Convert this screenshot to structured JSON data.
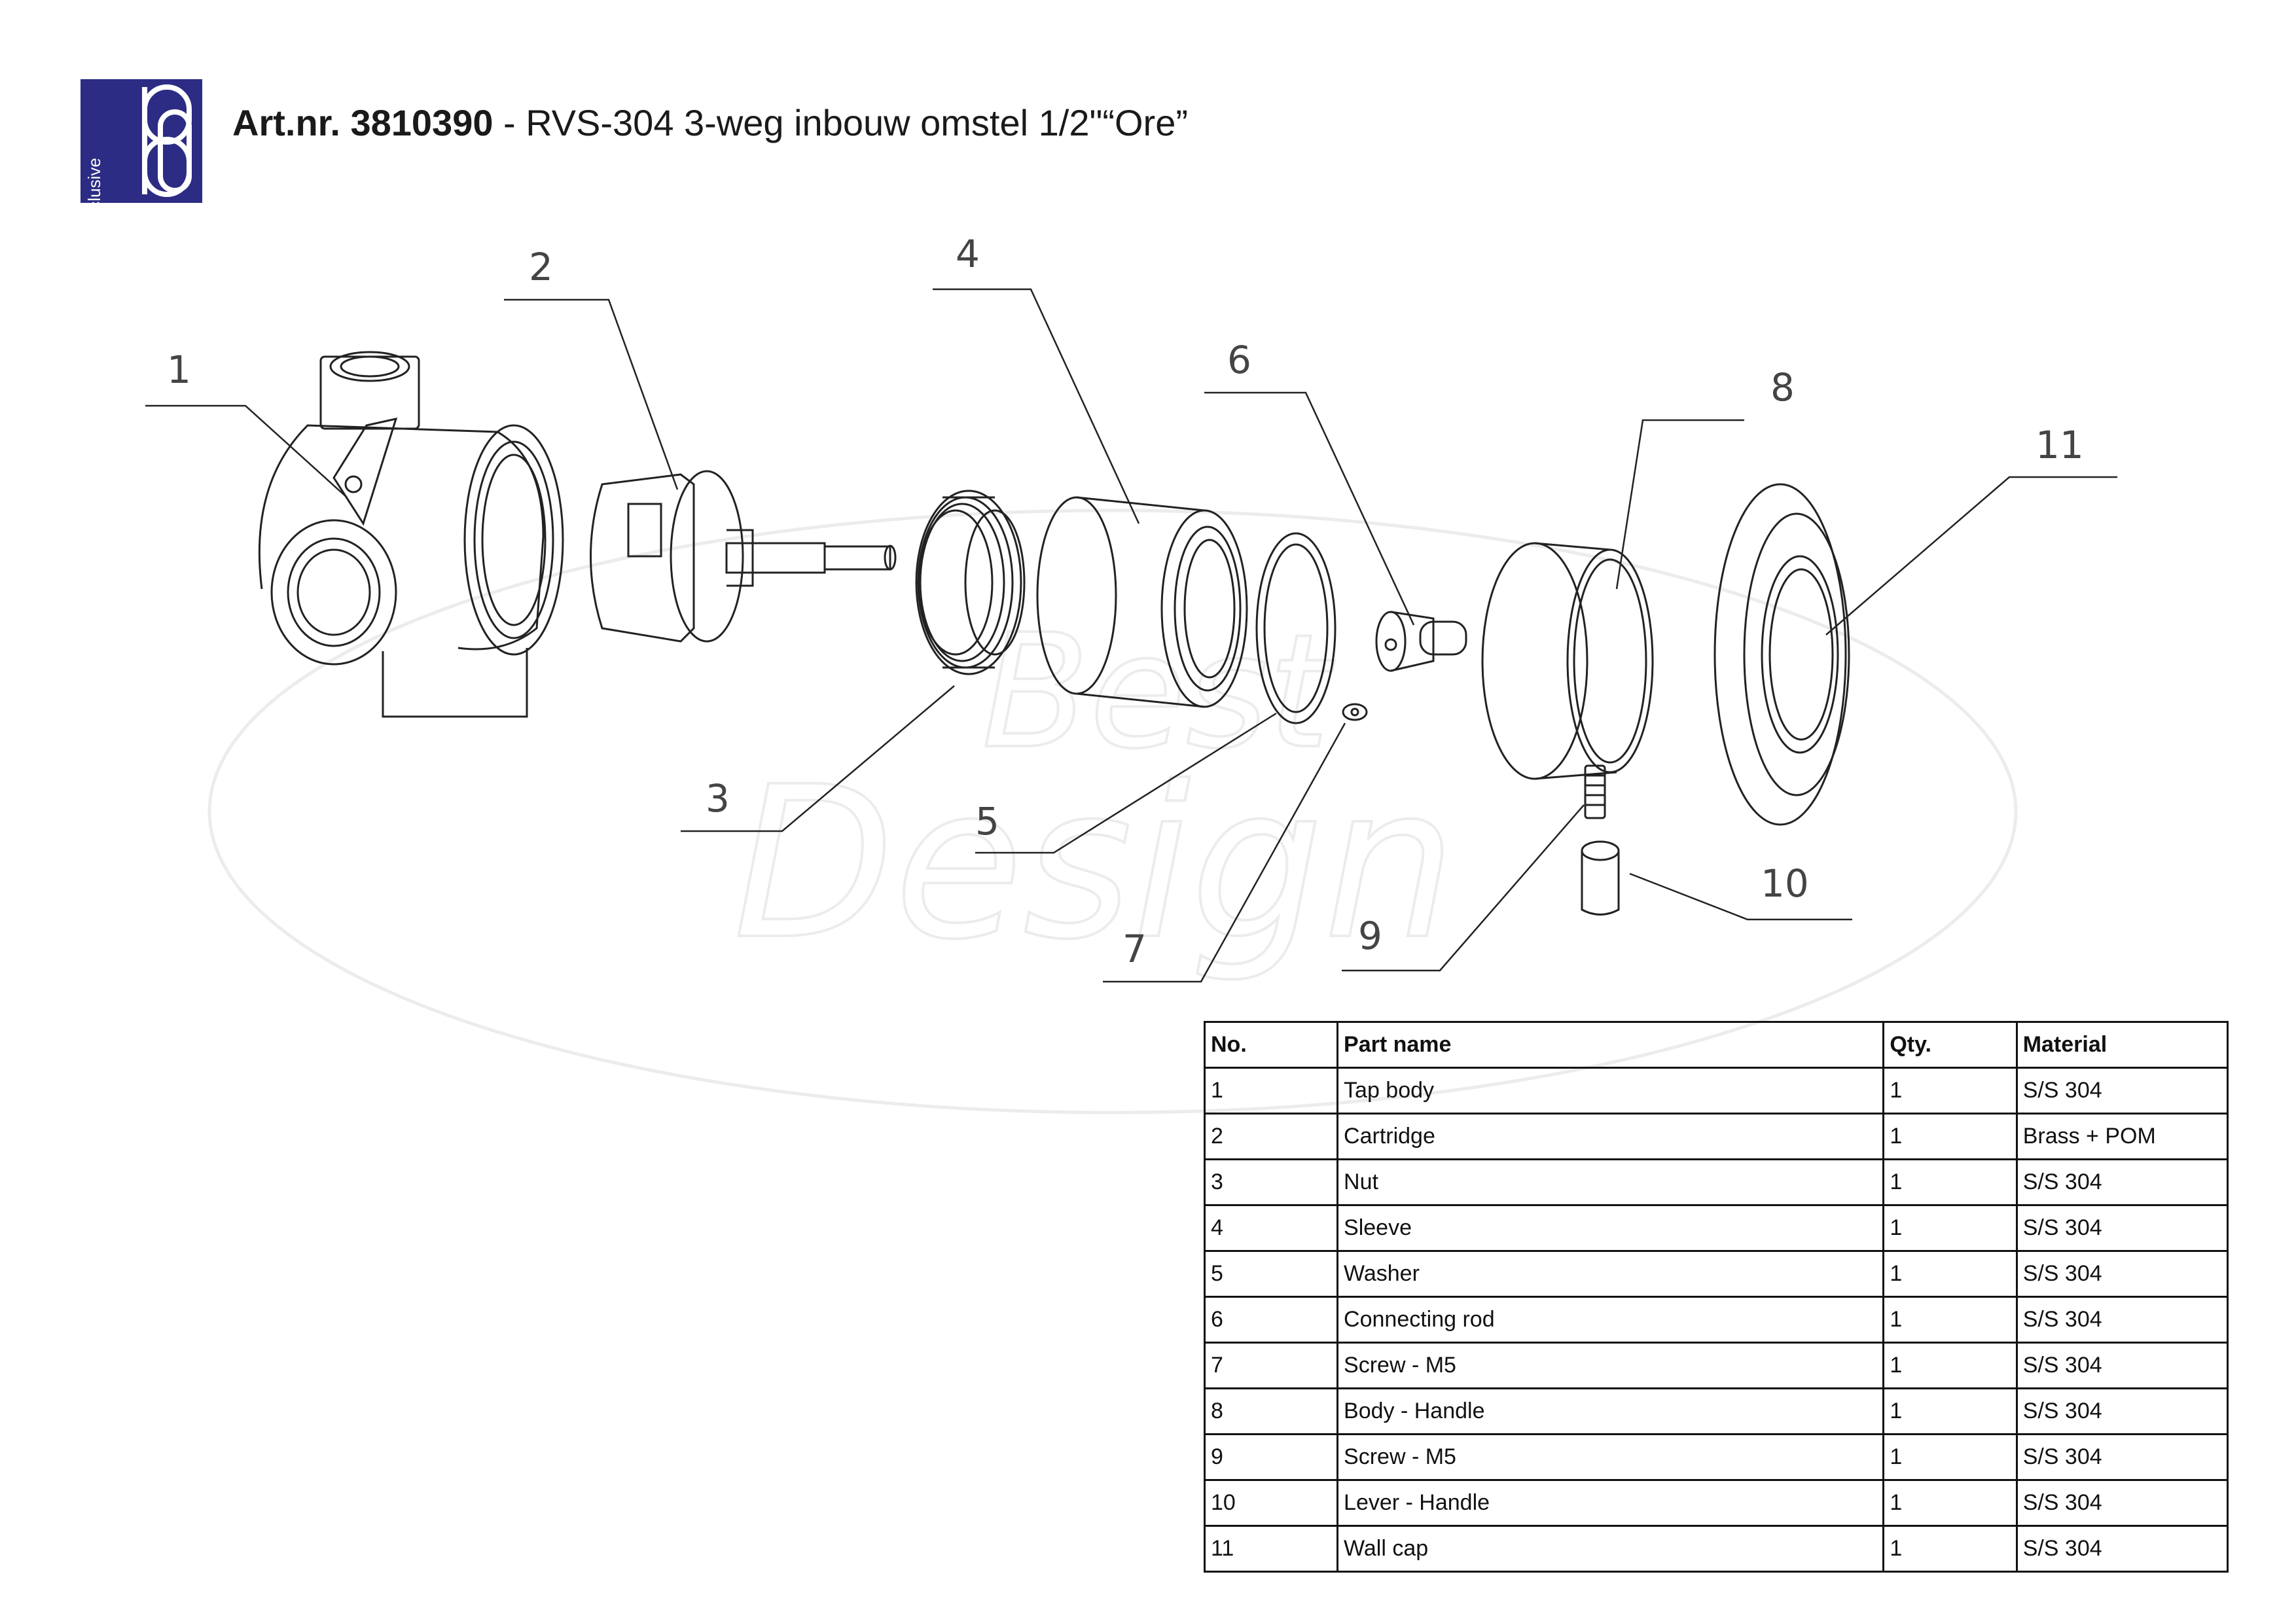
{
  "logo": {
    "brand_text": "Exclusive",
    "mark": "bd"
  },
  "header": {
    "article_label": "Art.nr. 3810390",
    "description": " - RVS-304 3-weg inbouw omstel 1/2\"“Ore”"
  },
  "watermark": {
    "line1": "Best",
    "line2": "Design"
  },
  "callouts": [
    "1",
    "2",
    "3",
    "4",
    "5",
    "6",
    "7",
    "8",
    "9",
    "10",
    "11"
  ],
  "table": {
    "headers": {
      "no": "No.",
      "name": "Part name",
      "qty": "Qty.",
      "material": "Material"
    },
    "rows": [
      {
        "no": "1",
        "name": "Tap body",
        "qty": "1",
        "material": "S/S 304"
      },
      {
        "no": "2",
        "name": "Cartridge",
        "qty": "1",
        "material": "Brass + POM"
      },
      {
        "no": "3",
        "name": "Nut",
        "qty": "1",
        "material": "S/S 304"
      },
      {
        "no": "4",
        "name": "Sleeve",
        "qty": "1",
        "material": "S/S 304"
      },
      {
        "no": "5",
        "name": "Washer",
        "qty": "1",
        "material": "S/S 304"
      },
      {
        "no": "6",
        "name": "Connecting rod",
        "qty": "1",
        "material": "S/S 304"
      },
      {
        "no": "7",
        "name": "Screw - M5",
        "qty": "1",
        "material": "S/S 304"
      },
      {
        "no": "8",
        "name": "Body - Handle",
        "qty": "1",
        "material": "S/S 304"
      },
      {
        "no": "9",
        "name": "Screw - M5",
        "qty": "1",
        "material": "S/S 304"
      },
      {
        "no": "10",
        "name": "Lever - Handle",
        "qty": "1",
        "material": "S/S 304"
      },
      {
        "no": "11",
        "name": "Wall cap",
        "qty": "1",
        "material": "S/S 304"
      }
    ]
  },
  "colors": {
    "logo_bg": "#2c2c84",
    "line": "#222222",
    "watermark": "#ececec"
  }
}
